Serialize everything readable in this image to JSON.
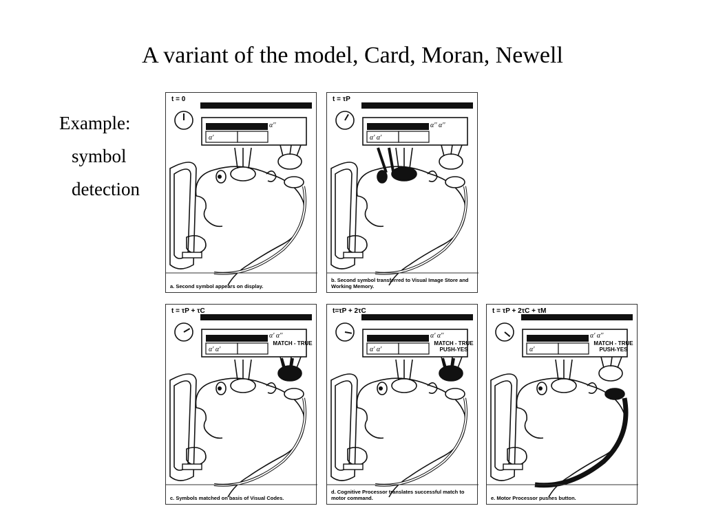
{
  "slide": {
    "title": "A variant of the model, Card, Moran, Newell",
    "example_lines": [
      "Example:",
      "symbol",
      "detection"
    ]
  },
  "panels": [
    {
      "time": "t = 0",
      "caption": "a. Second symbol appears on display.",
      "store_left": "α'",
      "store_right": "α''",
      "status": ""
    },
    {
      "time": "t = τP",
      "caption": "b. Second symbol transferred to Visual Image Store and Working Memory.",
      "store_left": "α' α'",
      "store_right": "α'' α''",
      "status": ""
    },
    {
      "time": "t = τP + τC",
      "caption": "c. Symbols matched on basis of Visual Codes.",
      "store_left": "α' α'",
      "store_right": "α' α''",
      "status": "MATCH - TRUE"
    },
    {
      "time": "t=τP + 2τC",
      "caption": "d. Cognitive Processor translates successful match to motor command.",
      "store_left": "α' α'",
      "store_right": "α' α''",
      "status": "MATCH - TRUE PUSH-YES"
    },
    {
      "time": "t = τP + 2τC + τM",
      "caption": "e. Motor Processor pushes button.",
      "store_left": "α'",
      "store_right": "α' α''",
      "status": "MATCH - TRUE PUSH-YES"
    }
  ]
}
